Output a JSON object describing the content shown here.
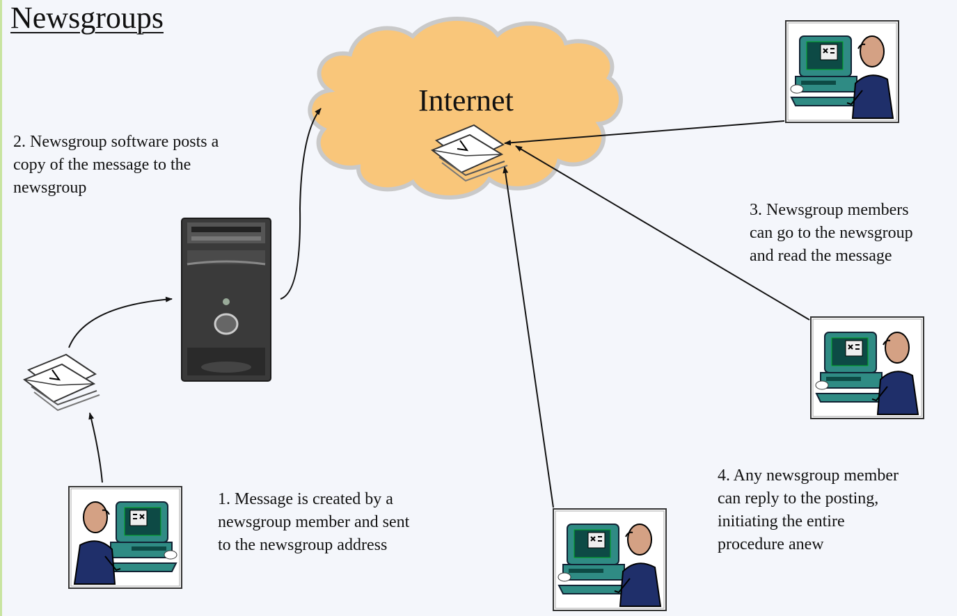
{
  "title": "Newsgroups",
  "cloud_label": "Internet",
  "steps": [
    {
      "id": "step1",
      "lines": [
        "1. Message is created by a",
        "newsgroup member and sent",
        "to the newsgroup address"
      ]
    },
    {
      "id": "step2",
      "lines": [
        "2. Newsgroup software posts  a",
        "copy of the message to the",
        "newsgroup"
      ]
    },
    {
      "id": "step3",
      "lines": [
        "3. Newsgroup members",
        "can go to the newsgroup",
        "and read the message"
      ]
    },
    {
      "id": "step4",
      "lines": [
        "4. Any newsgroup member",
        "can reply to the posting,",
        "initiating the entire",
        "procedure anew"
      ]
    }
  ],
  "icons": [
    "user-computer-icon",
    "server-tower-icon",
    "envelope-stack-icon",
    "cloud-icon"
  ],
  "colors": {
    "background": "#f4f6fb",
    "cloud_fill": "#f9c67a",
    "cloud_edge": "#c9c9c9",
    "person_body": "#1f2f6a",
    "person_skin": "#d4a184",
    "computer_teal": "#2f8b84",
    "server_dark": "#3a3a3a"
  }
}
